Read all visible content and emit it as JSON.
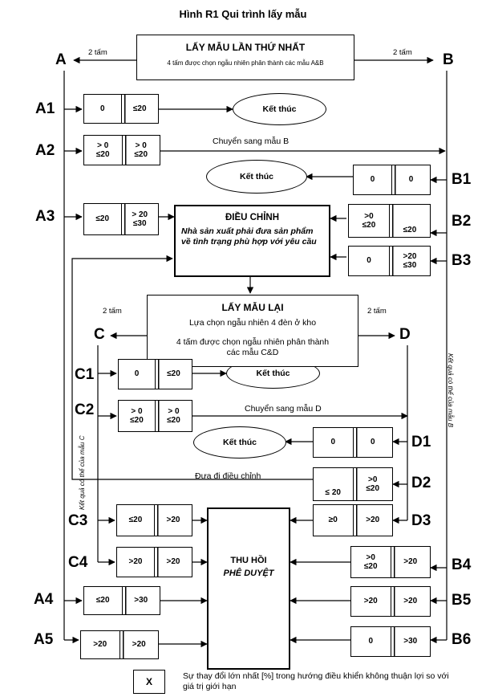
{
  "title": "Hình R1 Qui trình lấy mẫu",
  "first_sampling": {
    "title": "LẤY MẪU LẦN THỨ NHẤT",
    "subtitle": "4 tấm được chọn ngẫu nhiên phân thành các mẫu A&B"
  },
  "two_sheets_label": "2 tấm",
  "labels": {
    "A": "A",
    "B": "B",
    "C": "C",
    "D": "D",
    "A1": "A1",
    "A2": "A2",
    "A3": "A3",
    "A4": "A4",
    "A5": "A5",
    "B1": "B1",
    "B2": "B2",
    "B3": "B3",
    "B4": "B4",
    "B5": "B5",
    "B6": "B6",
    "C1": "C1",
    "C2": "C2",
    "C3": "C3",
    "C4": "C4",
    "D1": "D1",
    "D2": "D2",
    "D3": "D3"
  },
  "cells": {
    "A1": [
      "0",
      "≤20"
    ],
    "A2": [
      "> 0\n≤20",
      "> 0\n≤20"
    ],
    "A3": [
      "≤20",
      "> 20\n≤30"
    ],
    "A4": [
      "≤20",
      ">30"
    ],
    "A5": [
      ">20",
      ">20"
    ],
    "B1": [
      "0",
      "0"
    ],
    "B2": [
      ">0\n≤20",
      "≤20"
    ],
    "B3": [
      "0",
      ">20\n≤30"
    ],
    "B4": [
      ">0\n≤20",
      ">20"
    ],
    "B5": [
      ">20",
      ">20"
    ],
    "B6": [
      "0",
      ">30"
    ],
    "C1": [
      "0",
      "≤20"
    ],
    "C2": [
      "> 0\n≤20",
      "> 0\n≤20"
    ],
    "C3": [
      "≤20",
      ">20"
    ],
    "C4": [
      ">20",
      ">20"
    ],
    "D1": [
      "0",
      "0"
    ],
    "D2": [
      "≤ 20",
      ">0\n≤20"
    ],
    "D3": [
      "≥0",
      ">20"
    ]
  },
  "end_label": "Kết thúc",
  "move_to_B": "Chuyển sang mẫu B",
  "move_to_D": "Chuyển sang mẫu D",
  "adjust": {
    "title": "ĐIỀU CHỈNH",
    "text": "Nhà sản xuất phải đưa sản phẩm  về tình trạng phù hợp với yêu cầu"
  },
  "resampling": {
    "title": "LẤY MẪU LẠI",
    "line1": "Lựa chọn ngẫu nhiên 4 đèn ở  kho",
    "line2": "4 tấm được chọn ngẫu nhiên phân thành các mẫu C&D"
  },
  "send_adjust": "Đưa đi điều chỉnh",
  "recall": {
    "line1": "THU HỒI",
    "line2": "PHÊ DUYỆT"
  },
  "side_b": "Kết quả có thể của mẫu B",
  "side_c": "Kết quả có thể của mẫu C",
  "legend_symbol": "X",
  "legend_text": "Sự thay đổi lớn nhất [%] trong hướng điều khiển không thuận lợi so với giá trị giới hạn"
}
